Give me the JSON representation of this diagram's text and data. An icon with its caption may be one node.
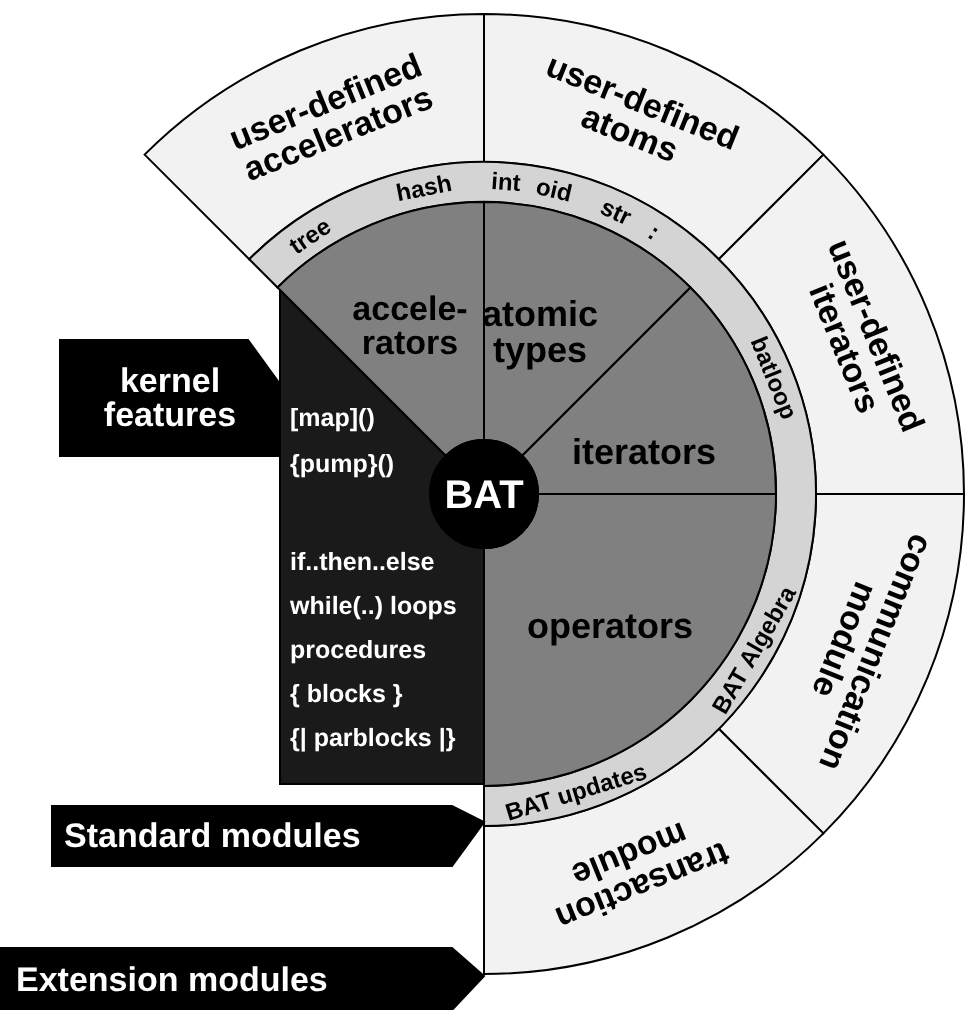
{
  "diagram": {
    "nodes": [
      {
        "text": [
          "BAT"
        ]
      },
      {
        "text": [
          "accele- rators"
        ]
      },
      {
        "text": [
          "atomic types"
        ]
      },
      {
        "text": [
          "iterators"
        ]
      },
      {
        "text": [
          "operators"
        ]
      },
      {
        "text": [
          "[map]()",
          "{pump}()",
          "if..then..else",
          "while(..) loops",
          "procedures",
          "{ blocks }",
          "{| parblocks |}"
        ]
      },
      {
        "text": [
          "tree",
          "hash",
          "int",
          "oid",
          "str",
          ":",
          "batloop",
          "BAT Algebra",
          "BAT updates"
        ]
      },
      {
        "text": [
          "user-defined accelerators"
        ]
      },
      {
        "text": [
          "user-defined atoms"
        ]
      },
      {
        "text": [
          "user-defined iterators"
        ]
      },
      {
        "text": [
          "communication module"
        ]
      },
      {
        "text": [
          "transaction module"
        ]
      },
      {
        "text": [
          "kernel features"
        ]
      },
      {
        "text": [
          "Standard modules"
        ]
      },
      {
        "text": [
          "Extension modules"
        ]
      }
    ],
    "edges": []
  }
}
